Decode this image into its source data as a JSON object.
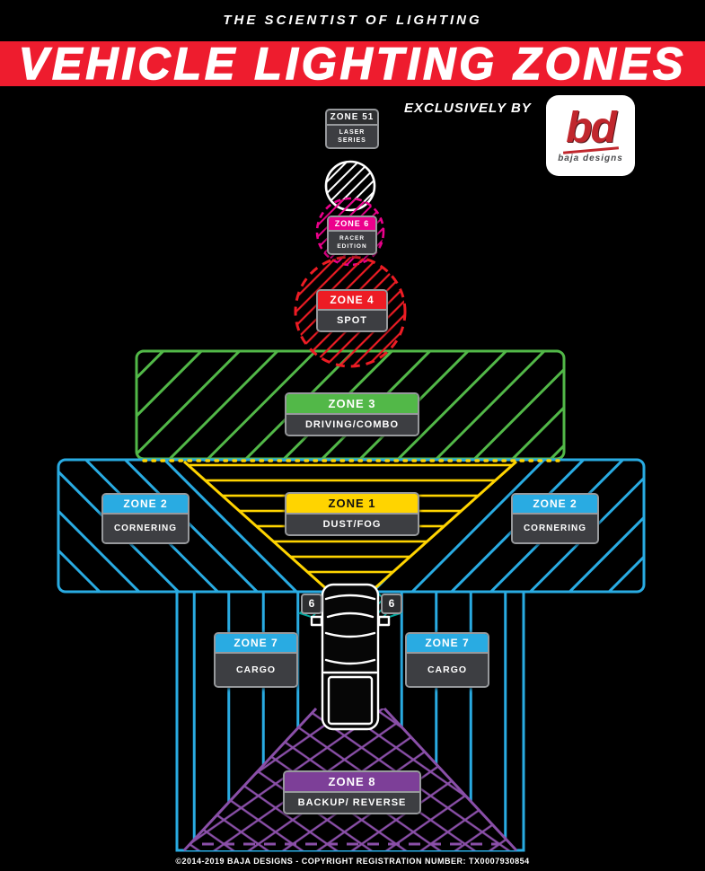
{
  "header": {
    "tagline": "THE SCIENTIST OF LIGHTING",
    "title": "VEHICLE LIGHTING ZONES",
    "exclusively_by": "EXCLUSIVELY BY",
    "logo": {
      "monogram": "bd",
      "brand": "baja designs"
    }
  },
  "zones": {
    "zone51": {
      "name": "ZONE 51",
      "type_line1": "LASER",
      "type_line2": "SERIES"
    },
    "zone6": {
      "name": "ZONE 6",
      "type_line1": "RACER",
      "type_line2": "EDITION"
    },
    "zone4": {
      "name": "ZONE 4",
      "type": "SPOT"
    },
    "zone3": {
      "name": "ZONE 3",
      "type": "DRIVING/COMBO"
    },
    "zone1": {
      "name": "ZONE 1",
      "type": "DUST/FOG"
    },
    "zone2_left": {
      "name": "ZONE 2",
      "type": "CORNERING"
    },
    "zone2_right": {
      "name": "ZONE 2",
      "type": "CORNERING"
    },
    "zone6_markers": {
      "left": "6",
      "right": "6"
    },
    "zone7_left": {
      "name": "ZONE 7",
      "type": "CARGO"
    },
    "zone7_right": {
      "name": "ZONE 7",
      "type": "CARGO"
    },
    "zone8": {
      "name": "ZONE 8",
      "type": "BACKUP/ REVERSE"
    }
  },
  "colors": {
    "banner_red": "#ee1c2e",
    "zone51_white": "#ffffff",
    "zone6_magenta": "#ec008c",
    "zone4_red": "#ed1c24",
    "zone3_green": "#52b848",
    "zone1_yellow": "#ffd400",
    "zone2_blue": "#29abe2",
    "zone6_marker_teal": "#00a79d",
    "zone7_blue": "#29abe2",
    "zone8_purple": "#8a4fa8"
  },
  "footer": {
    "copyright": "©2014-2019 BAJA DESIGNS - COPYRIGHT REGISTRATION NUMBER: TX0007930854"
  }
}
